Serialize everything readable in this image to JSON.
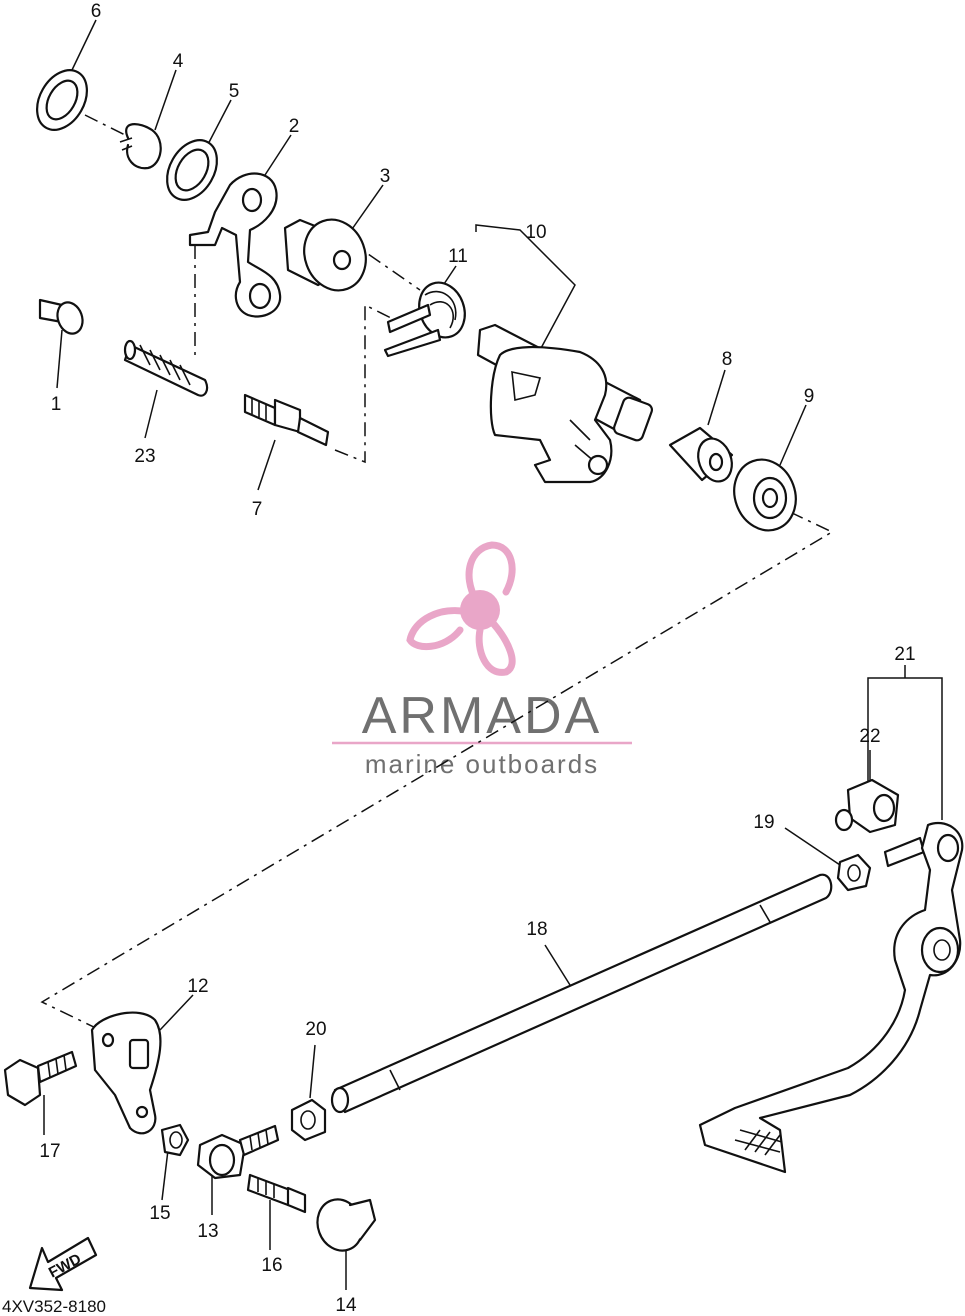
{
  "diagram": {
    "part_numbers": [
      {
        "id": "p1",
        "label": "1"
      },
      {
        "id": "p2",
        "label": "2"
      },
      {
        "id": "p3",
        "label": "3"
      },
      {
        "id": "p4",
        "label": "4"
      },
      {
        "id": "p5",
        "label": "5"
      },
      {
        "id": "p6",
        "label": "6"
      },
      {
        "id": "p7",
        "label": "7"
      },
      {
        "id": "p8",
        "label": "8"
      },
      {
        "id": "p9",
        "label": "9"
      },
      {
        "id": "p10",
        "label": "10"
      },
      {
        "id": "p11",
        "label": "11"
      },
      {
        "id": "p12",
        "label": "12"
      },
      {
        "id": "p13",
        "label": "13"
      },
      {
        "id": "p14",
        "label": "14"
      },
      {
        "id": "p15",
        "label": "15"
      },
      {
        "id": "p16",
        "label": "16"
      },
      {
        "id": "p17",
        "label": "17"
      },
      {
        "id": "p18",
        "label": "18"
      },
      {
        "id": "p19",
        "label": "19"
      },
      {
        "id": "p20",
        "label": "20"
      },
      {
        "id": "p21",
        "label": "21"
      },
      {
        "id": "p22",
        "label": "22"
      },
      {
        "id": "p23",
        "label": "23"
      }
    ],
    "drawing_code": "4XV352-8180",
    "direction_marker": "FWD"
  },
  "watermark": {
    "brand": "ARMADA",
    "tagline": "marine outboards",
    "logo_color": "#e9a6c8",
    "text_color": "#707070"
  }
}
